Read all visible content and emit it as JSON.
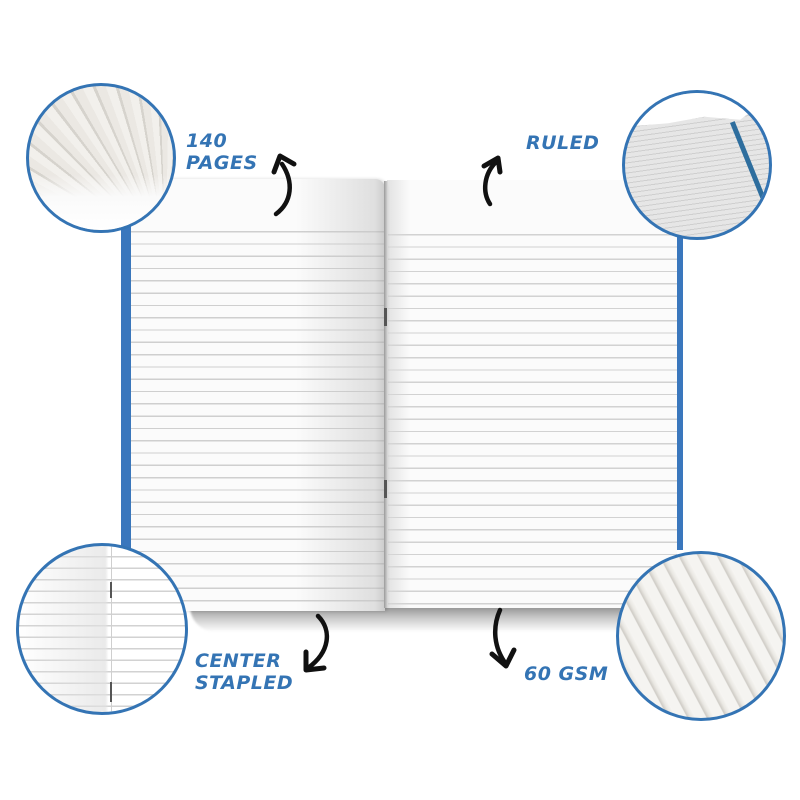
{
  "product": {
    "type": "open-ruled-notebook",
    "cover_color": "#3a77bd",
    "accent_color": "#3474b4"
  },
  "callouts": [
    {
      "id": "pages",
      "lines": [
        "140",
        "PAGES"
      ],
      "arrow": "up",
      "detail": "fanned-pages-closeup"
    },
    {
      "id": "ruled",
      "lines": [
        "RULED"
      ],
      "arrow": "up",
      "detail": "ruled-lines-closeup"
    },
    {
      "id": "center-stapled",
      "lines": [
        "CENTER",
        "STAPLED"
      ],
      "arrow": "down",
      "detail": "center-staple-closeup"
    },
    {
      "id": "gsm",
      "lines": [
        "60 GSM"
      ],
      "arrow": "down",
      "detail": "paper-thickness-closeup"
    }
  ]
}
